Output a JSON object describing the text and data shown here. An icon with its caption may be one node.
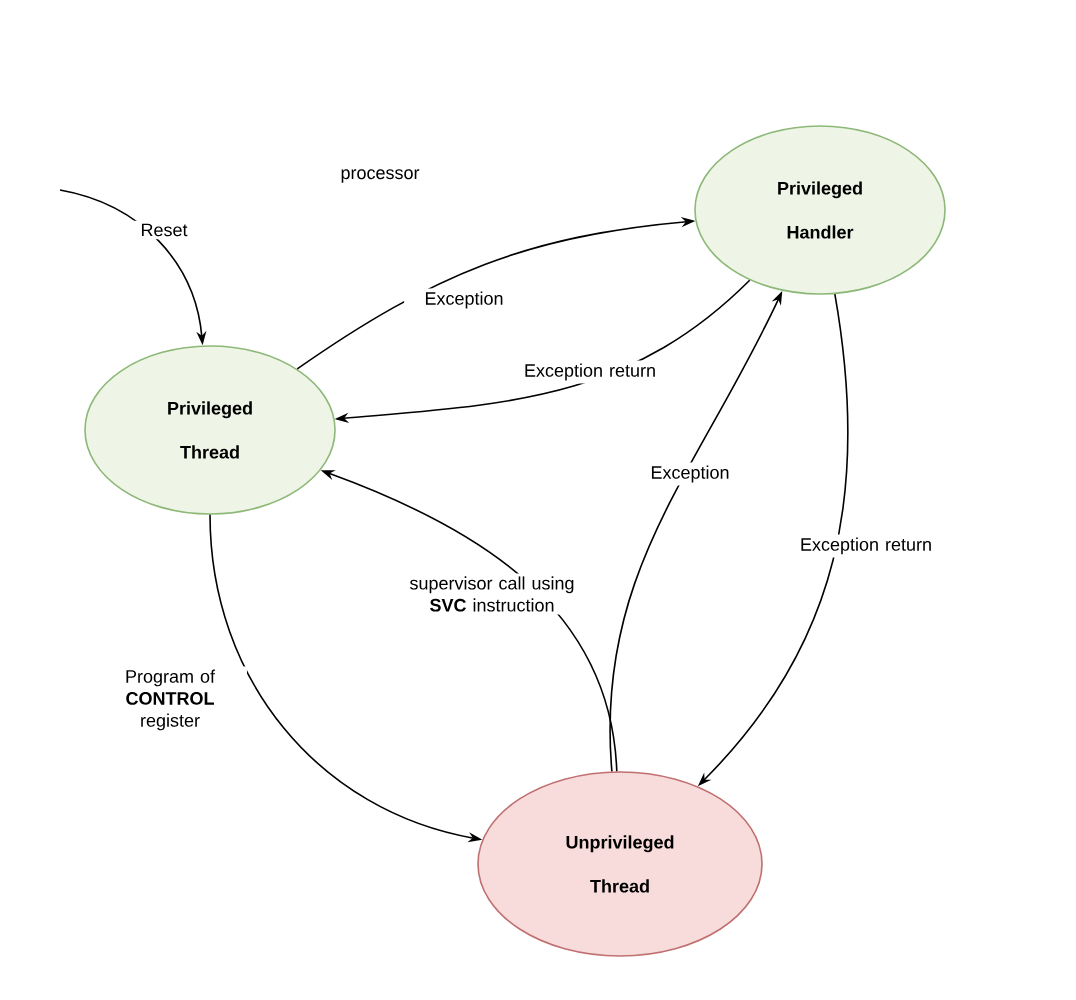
{
  "diagram": {
    "nodes": [
      {
        "text": [
          "Privileged Thread"
        ]
      },
      {
        "text": [
          "Privileged Handler"
        ]
      },
      {
        "text": [
          "Unprivileged Thread"
        ]
      }
    ],
    "edges": [
      {
        "from": null,
        "to": 0,
        "arrow": "to",
        "label": "Reset"
      },
      {
        "from": 0,
        "to": 1,
        "arrow": "to",
        "label": "Exception"
      },
      {
        "from": 1,
        "to": 0,
        "arrow": "to",
        "label": "Exception return"
      },
      {
        "from": 2,
        "to": 1,
        "arrow": "to",
        "label": "Exception"
      },
      {
        "from": 1,
        "to": 2,
        "arrow": "to",
        "label": "Exception return"
      },
      {
        "from": 2,
        "to": 0,
        "arrow": "to",
        "label": "supervisor call using **SVC** instruction"
      },
      {
        "from": 0,
        "to": 2,
        "arrow": "to",
        "label": "Program of **CONTROL** register"
      }
    ],
    "labels": [
      "processor"
    ]
  }
}
